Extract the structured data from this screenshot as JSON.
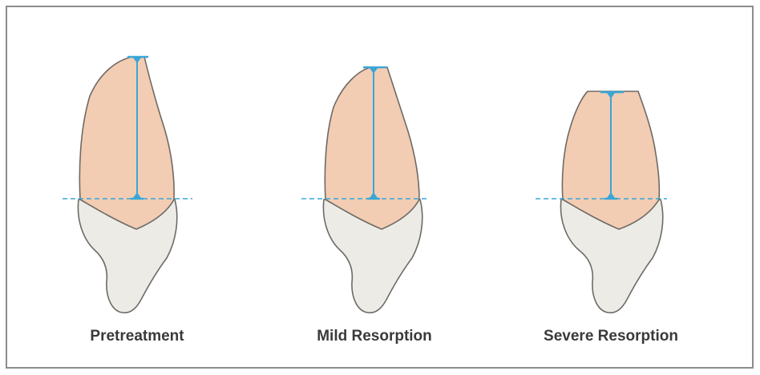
{
  "colors": {
    "root": "#f2cdb3",
    "crown": "#ecebe6",
    "outline": "#6f6a66",
    "measure": "#3aa6d6",
    "frame": "#8c8c8c",
    "caption": "#3a3a3a"
  },
  "teeth": [
    {
      "label": "Pretreatment",
      "root_length_relative": 1.0
    },
    {
      "label": "Mild Resorption",
      "root_length_relative": 0.93
    },
    {
      "label": "Severe Resorption",
      "root_length_relative": 0.76
    }
  ]
}
